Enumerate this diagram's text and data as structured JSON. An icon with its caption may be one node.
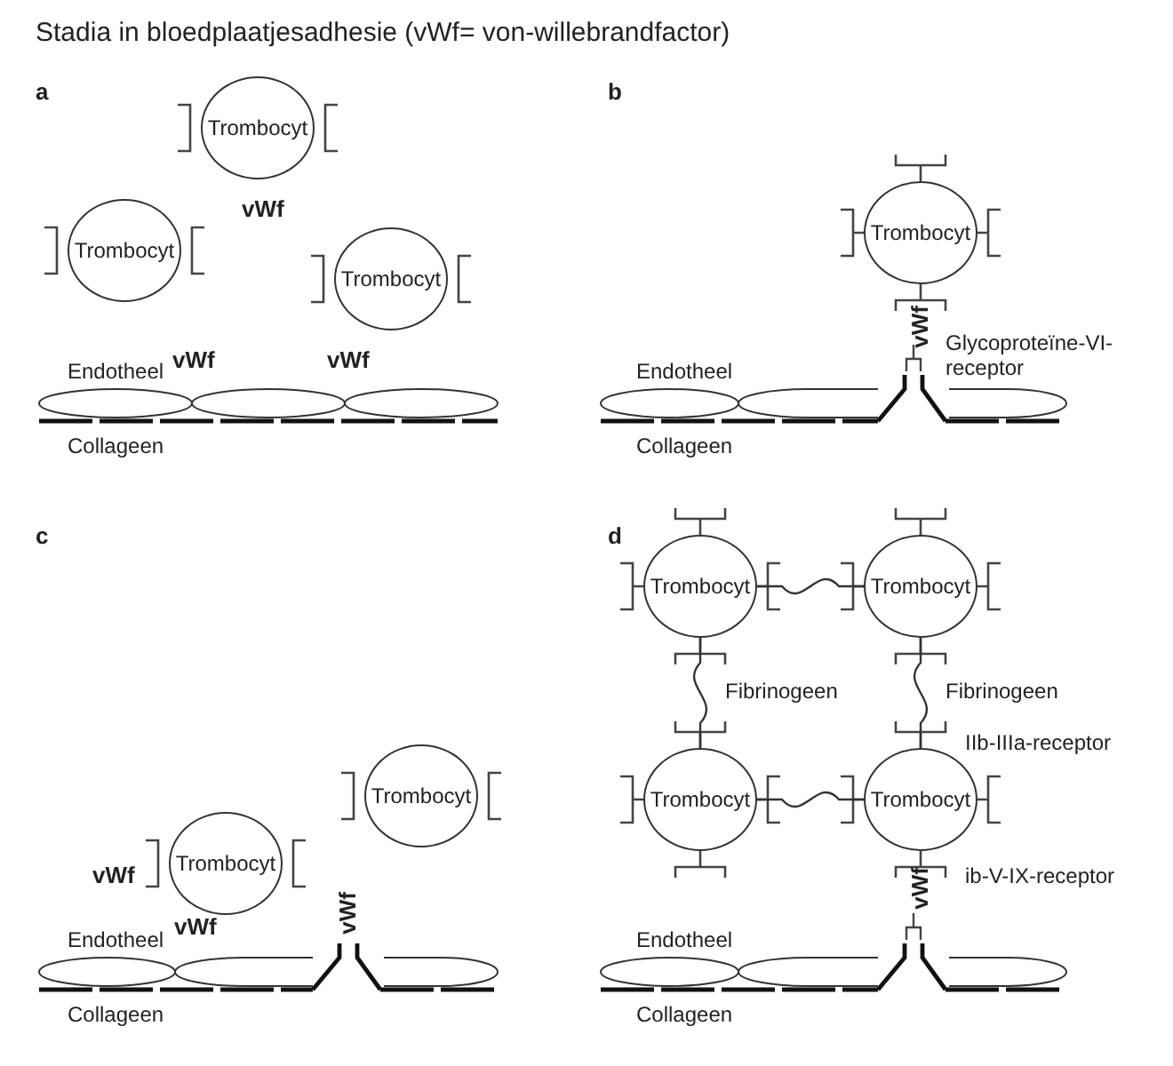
{
  "diagram": {
    "title": "Stadia in bloedplaatjesadhesie (vWf= von-willebrandfactor)",
    "nodes": [
      {
        "text": [
          "Trombocyt"
        ]
      },
      {
        "text": [
          "Trombocyt"
        ]
      },
      {
        "text": [
          "Trombocyt"
        ]
      },
      {
        "text": [
          "Trombocyt"
        ]
      },
      {
        "text": [
          "Trombocyt"
        ]
      },
      {
        "text": [
          "Trombocyt"
        ]
      },
      {
        "text": [
          "Trombocyt"
        ]
      },
      {
        "text": [
          "Trombocyt"
        ]
      },
      {
        "text": [
          "Trombocyt"
        ]
      },
      {
        "text": [
          "Trombocyt"
        ]
      }
    ],
    "edges": [
      {
        "from": 6,
        "to": 7,
        "arrow": "none"
      },
      {
        "from": 6,
        "to": 8,
        "arrow": "none",
        "label": "Fibrinogeen"
      },
      {
        "from": 7,
        "to": 9,
        "arrow": "none",
        "label": "Fibrinogeen"
      },
      {
        "from": 8,
        "to": 9,
        "arrow": "none"
      }
    ],
    "labels": [
      "a",
      "b",
      "vWf",
      "vWf",
      "vWf",
      "Endotheel",
      "Collageen",
      "vWf",
      "Glycoproteïne-VI-receptor",
      "Endotheel",
      "Collageen",
      "c",
      "d",
      "IIb-IIIa-receptor",
      "vWf",
      "vWf",
      "vWf",
      "ib-V-IX-receptor",
      "vWf",
      "Endotheel",
      "Collageen",
      "Endotheel",
      "Collageen"
    ]
  }
}
